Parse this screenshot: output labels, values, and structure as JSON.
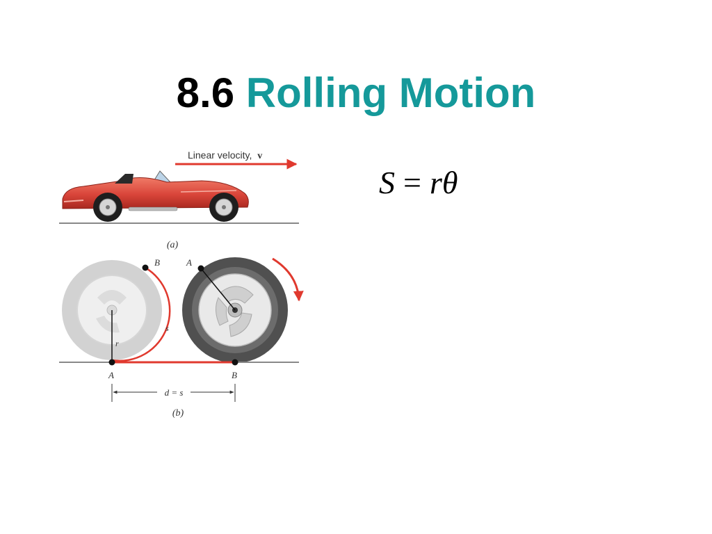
{
  "slide": {
    "title_number": "8.6",
    "title_topic": "Rolling Motion",
    "formula": {
      "lhs": "S",
      "eq": "=",
      "r": "r",
      "theta": "θ"
    }
  },
  "figure": {
    "panel_a": {
      "velocity_label": "Linear velocity,",
      "velocity_symbol": "v",
      "caption": "(a)"
    },
    "panel_b": {
      "point_A": "A",
      "point_B": "B",
      "radius_label": "r",
      "arc_label": "s",
      "distance_label": "d = s",
      "caption": "(b)"
    }
  },
  "colors": {
    "title_accent": "#15999a",
    "car_red": "#d9453a",
    "arc_red": "#e0392e",
    "wheel_dark": "#555555",
    "wheel_light": "#cccccc"
  }
}
